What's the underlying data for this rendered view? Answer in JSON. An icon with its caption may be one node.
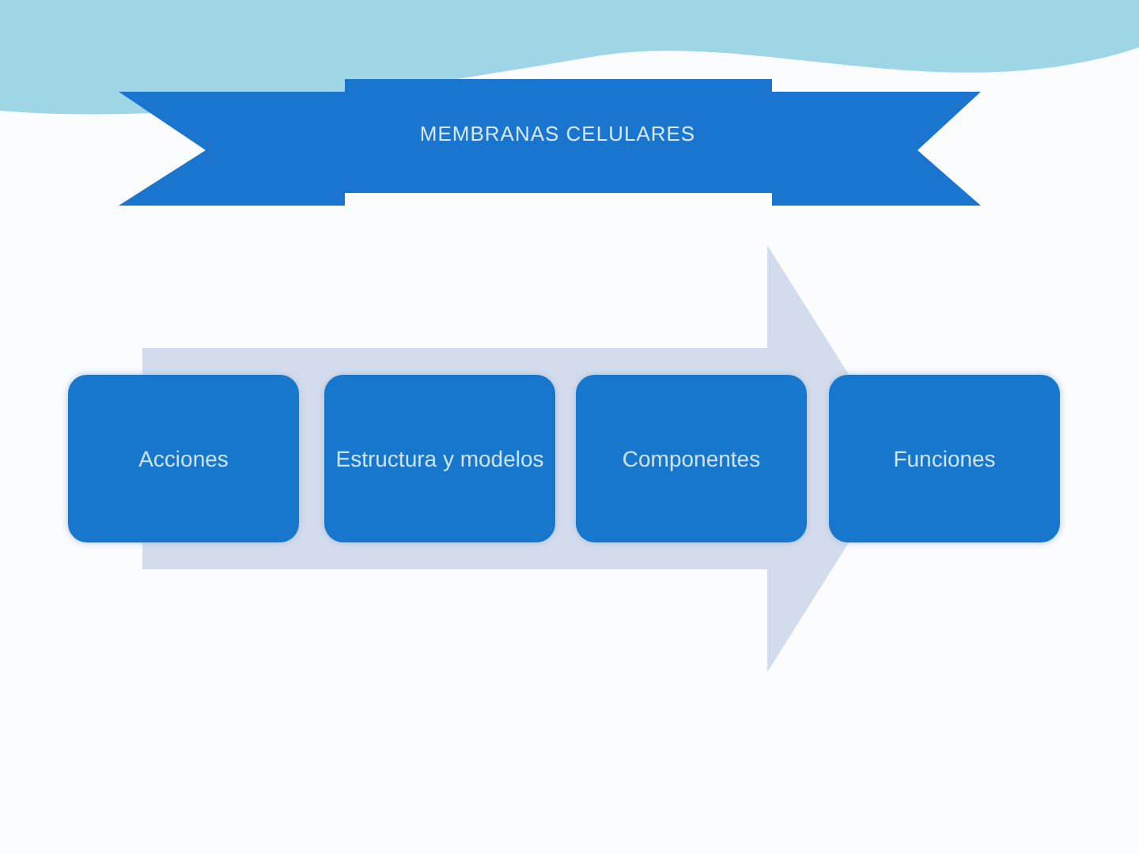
{
  "diagram": {
    "title": "MEMBRANAS CELULARES",
    "nodes": [
      {
        "text": [
          "Acciones"
        ]
      },
      {
        "text": [
          "Estructura y modelos"
        ]
      },
      {
        "text": [
          "Componentes"
        ]
      },
      {
        "text": [
          "Funciones"
        ]
      }
    ]
  }
}
